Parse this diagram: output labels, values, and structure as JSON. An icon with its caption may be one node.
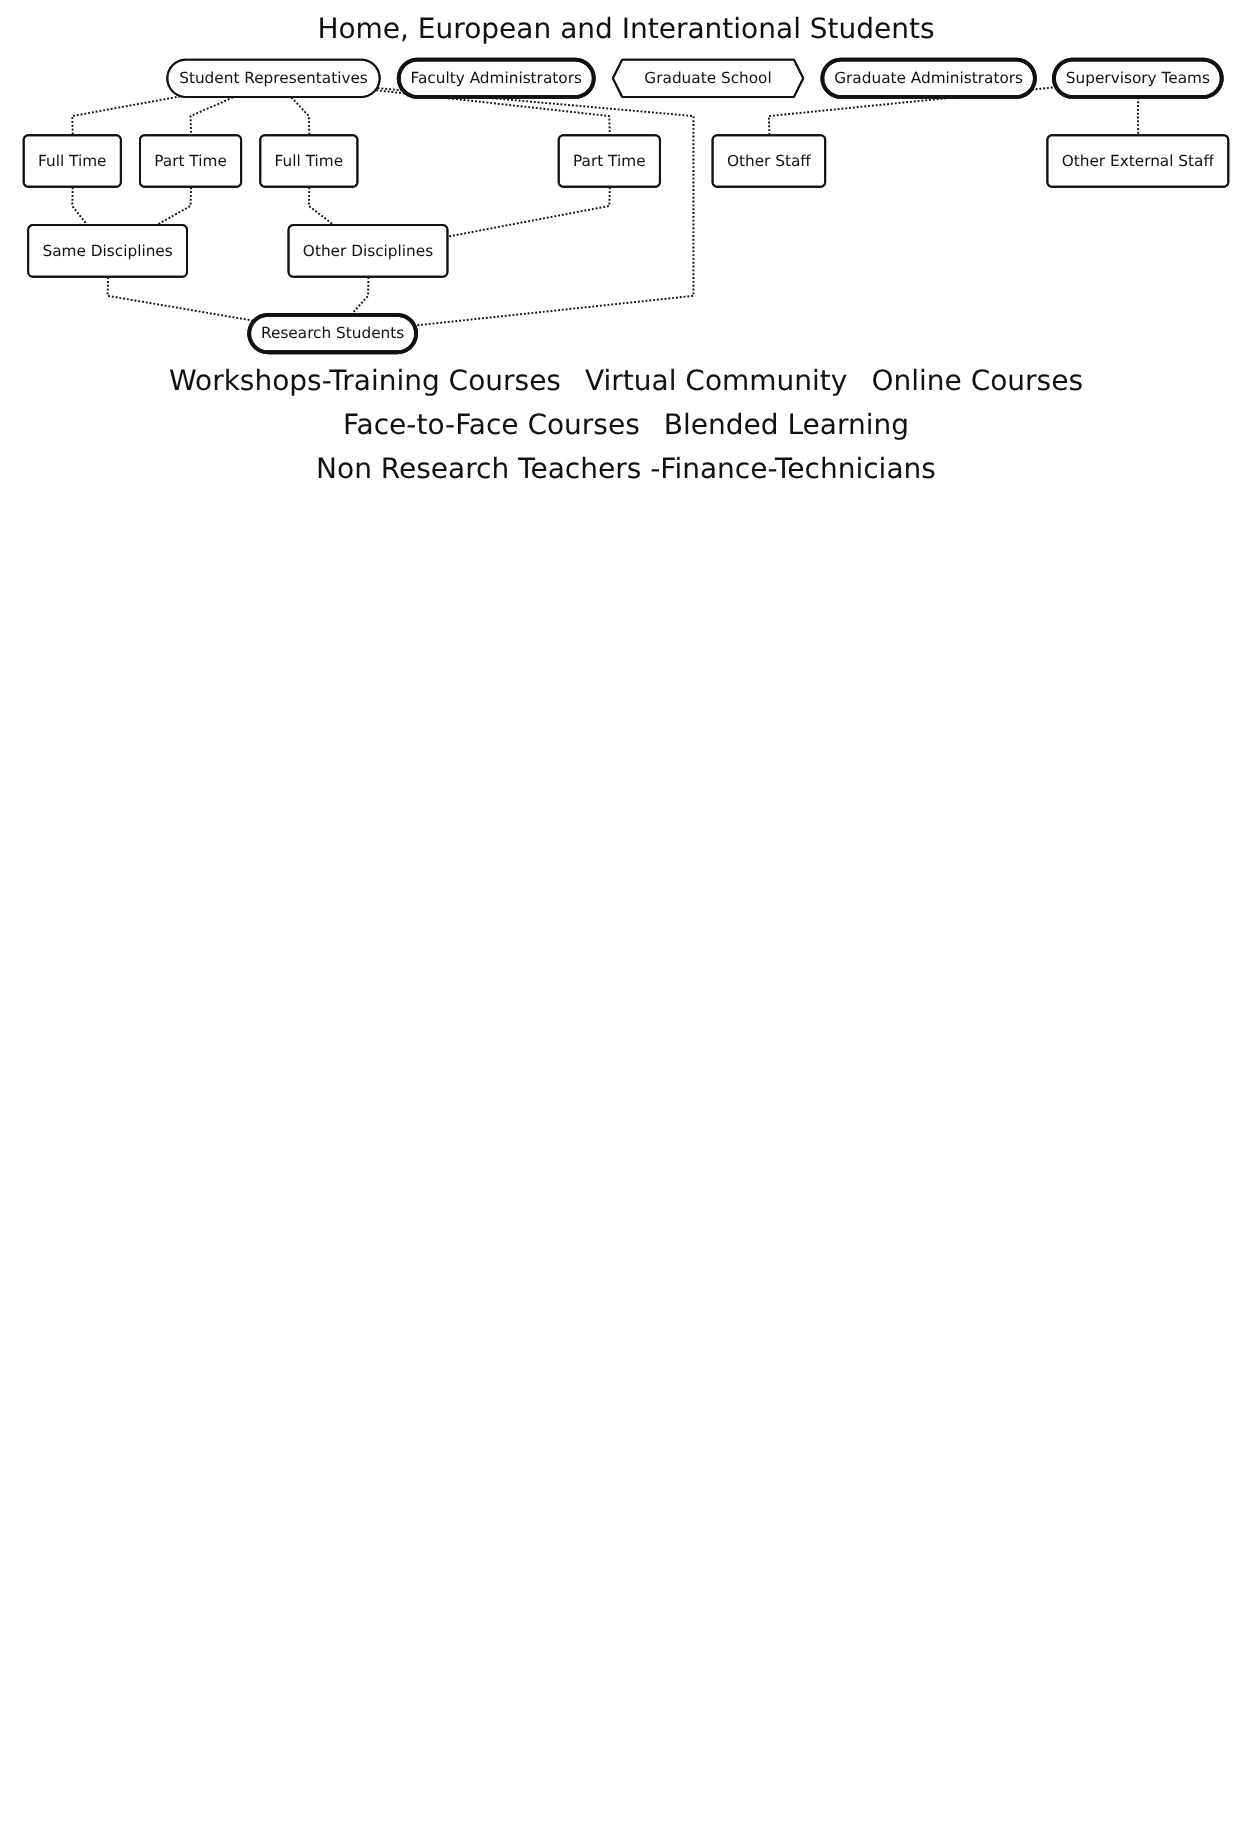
{
  "diagram": {
    "nodes": [
      {
        "text": [
          "Student Representatives"
        ]
      },
      {
        "text": [
          "Full Time"
        ]
      },
      {
        "text": [
          "Part Time"
        ]
      },
      {
        "text": [
          "Full Time"
        ]
      },
      {
        "text": [
          "Part Time"
        ]
      },
      {
        "text": [
          "Same Disciplines"
        ]
      },
      {
        "text": [
          "Other Disciplines"
        ]
      },
      {
        "text": [
          "Research Students"
        ]
      },
      {
        "text": [
          "Faculty Administrators"
        ]
      },
      {
        "text": [
          "Graduate School"
        ]
      },
      {
        "text": [
          "Graduate Administrators"
        ]
      },
      {
        "text": [
          "Supervisory Teams"
        ]
      },
      {
        "text": [
          "Other Staff"
        ]
      },
      {
        "text": [
          "Other External Staff"
        ]
      }
    ],
    "edges": [
      {
        "from": 0,
        "to": 1,
        "arrow": "none",
        "style": "dashed"
      },
      {
        "from": 0,
        "to": 2,
        "arrow": "none",
        "style": "dashed"
      },
      {
        "from": 0,
        "to": 3,
        "arrow": "none",
        "style": "dashed"
      },
      {
        "from": 0,
        "to": 4,
        "arrow": "none",
        "style": "dashed"
      },
      {
        "from": 0,
        "to": 7,
        "arrow": "none",
        "style": "dashed"
      },
      {
        "from": 1,
        "to": 5,
        "arrow": "none",
        "style": "dashed"
      },
      {
        "from": 2,
        "to": 5,
        "arrow": "none",
        "style": "dashed"
      },
      {
        "from": 3,
        "to": 6,
        "arrow": "none",
        "style": "dashed"
      },
      {
        "from": 4,
        "to": 6,
        "arrow": "none",
        "style": "dashed"
      },
      {
        "from": 5,
        "to": 7,
        "arrow": "none",
        "style": "dashed"
      },
      {
        "from": 6,
        "to": 7,
        "arrow": "none",
        "style": "dashed"
      },
      {
        "from": 11,
        "to": 12,
        "arrow": "none",
        "style": "dashed"
      },
      {
        "from": 11,
        "to": 13,
        "arrow": "none",
        "style": "dashed"
      }
    ],
    "labels": [
      "Home, European and Interantional Students",
      "Workshops-Training Courses",
      "Virtual Community",
      "Online Courses",
      "Face-to-Face Courses",
      "Blended Learning",
      "Non Research Teachers -Finance-Technicians"
    ]
  }
}
